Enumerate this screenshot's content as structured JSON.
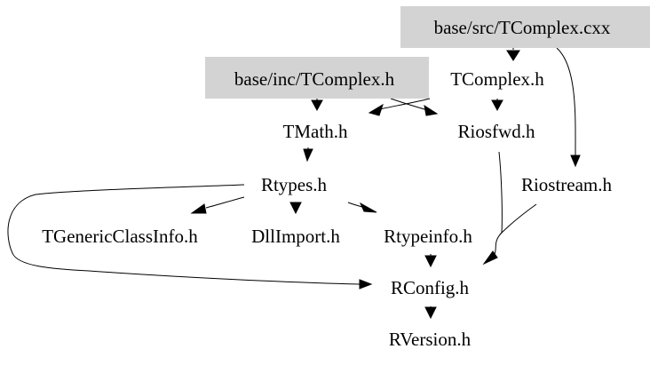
{
  "diagram": {
    "type": "include-dependency-graph",
    "colors": {
      "highlighted_fill": "#d3d3d3",
      "text": "#000000",
      "edge": "#000000",
      "background": "#ffffff"
    },
    "nodes": [
      {
        "id": "tcomplex_cxx",
        "label": "base/src/TComplex.cxx",
        "highlighted": true
      },
      {
        "id": "tcomplex_inc",
        "label": "base/inc/TComplex.h",
        "highlighted": true
      },
      {
        "id": "tcomplex_h",
        "label": "TComplex.h",
        "highlighted": false
      },
      {
        "id": "tmath_h",
        "label": "TMath.h",
        "highlighted": false
      },
      {
        "id": "riosfwd_h",
        "label": "Riosfwd.h",
        "highlighted": false
      },
      {
        "id": "riostream_h",
        "label": "Riostream.h",
        "highlighted": false
      },
      {
        "id": "rtypes_h",
        "label": "Rtypes.h",
        "highlighted": false
      },
      {
        "id": "tgenericclassinfo_h",
        "label": "TGenericClassInfo.h",
        "highlighted": false
      },
      {
        "id": "dllimport_h",
        "label": "DllImport.h",
        "highlighted": false
      },
      {
        "id": "rtypeinfo_h",
        "label": "Rtypeinfo.h",
        "highlighted": false
      },
      {
        "id": "rconfig_h",
        "label": "RConfig.h",
        "highlighted": false
      },
      {
        "id": "rversion_h",
        "label": "RVersion.h",
        "highlighted": false
      }
    ],
    "edges": [
      {
        "from": "tcomplex_cxx",
        "to": "tcomplex_h"
      },
      {
        "from": "tcomplex_cxx",
        "to": "riostream_h"
      },
      {
        "from": "tcomplex_inc",
        "to": "tmath_h"
      },
      {
        "from": "tcomplex_inc",
        "to": "riosfwd_h"
      },
      {
        "from": "tcomplex_h",
        "to": "tmath_h"
      },
      {
        "from": "tcomplex_h",
        "to": "riosfwd_h"
      },
      {
        "from": "tmath_h",
        "to": "rtypes_h"
      },
      {
        "from": "rtypes_h",
        "to": "tgenericclassinfo_h"
      },
      {
        "from": "rtypes_h",
        "to": "dllimport_h"
      },
      {
        "from": "rtypes_h",
        "to": "rtypeinfo_h"
      },
      {
        "from": "rtypes_h",
        "to": "rconfig_h"
      },
      {
        "from": "riosfwd_h",
        "to": "rconfig_h"
      },
      {
        "from": "riostream_h",
        "to": "rconfig_h"
      },
      {
        "from": "rtypeinfo_h",
        "to": "rconfig_h"
      },
      {
        "from": "rconfig_h",
        "to": "rversion_h"
      }
    ]
  }
}
